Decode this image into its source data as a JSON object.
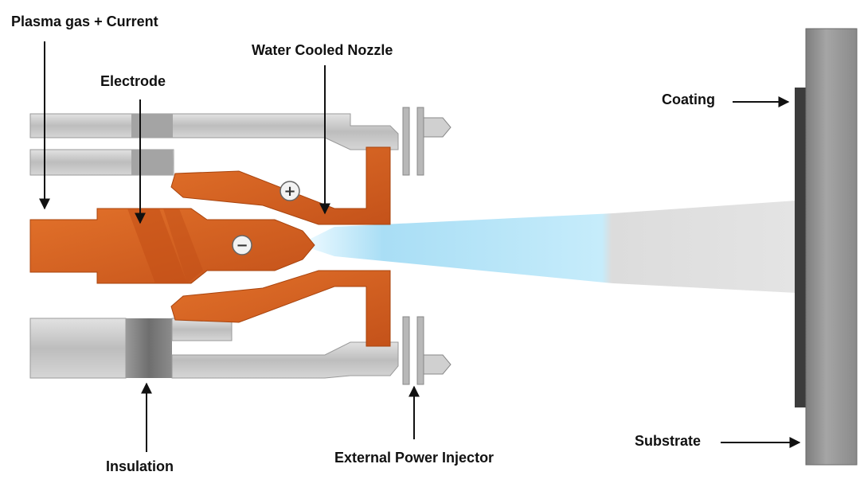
{
  "labels": {
    "plasma_gas": "Plasma gas + Current",
    "water_cooled_nozzle": "Water Cooled Nozzle",
    "electrode": "Electrode",
    "coating": "Coating",
    "insulation": "Insulation",
    "external_power_injector": "External Power Injector",
    "substrate": "Substrate"
  },
  "symbols": {
    "cathode": "−",
    "anode": "+"
  },
  "colors": {
    "copper": "#d4601e",
    "copper_dark": "#b44a12",
    "steel": "#c9c9c9",
    "steel_dark": "#8f8f8f",
    "plasma": "#bfe6f7",
    "substrate": "#8e8e8e",
    "coating": "#3a3a3a"
  }
}
